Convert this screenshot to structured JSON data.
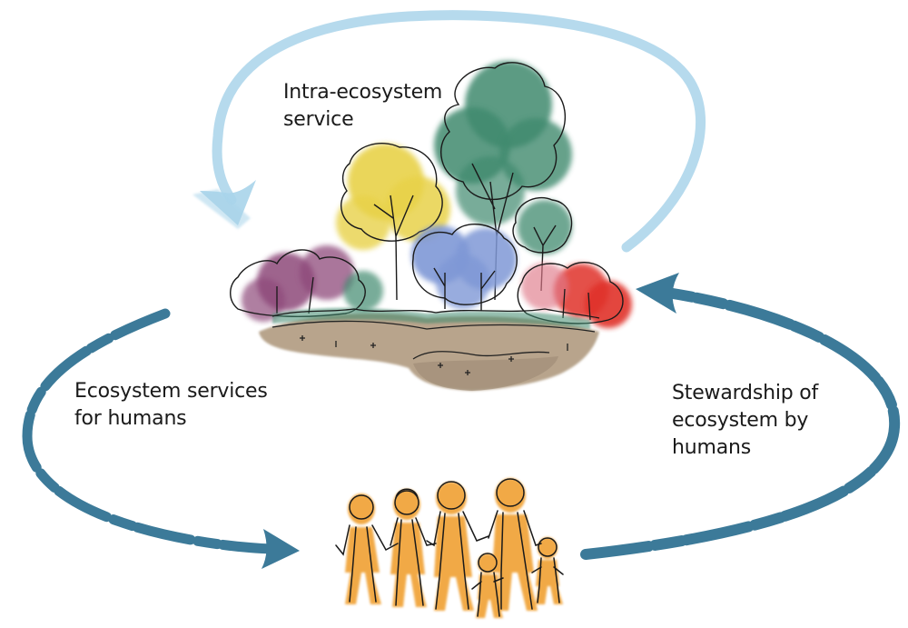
{
  "labels": {
    "intra_ecosystem": "Intra-ecosystem\nservice",
    "ecosystem_services": "Ecosystem services\nfor humans",
    "stewardship": "Stewardship of\necosystem by\nhumans"
  },
  "colors": {
    "intra_arrow": "#a9d4ea",
    "human_arrows": "#3c7a99",
    "people": "#f0a030",
    "forest_green": "#3f8a6e",
    "forest_yellow": "#e8d24a",
    "forest_blue": "#7f98d6",
    "forest_purple": "#8e4a7a",
    "forest_red": "#e0322a",
    "soil": "#b8a48c"
  },
  "icons": {
    "ecosystem": "forest-illustration",
    "humans": "people-group-illustration"
  }
}
